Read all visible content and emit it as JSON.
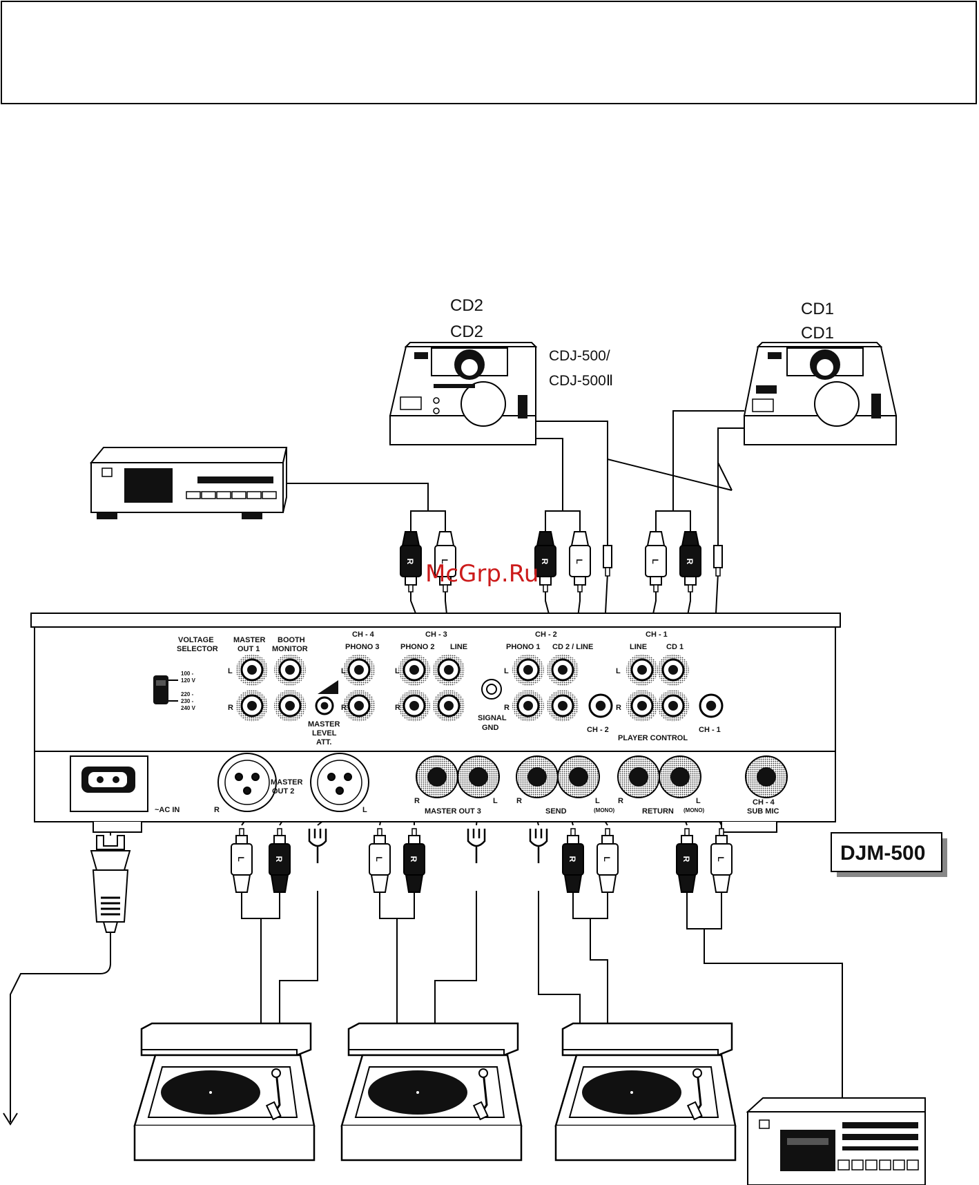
{
  "header_box": {
    "text": ""
  },
  "watermark": "McGrp.Ru",
  "devices": {
    "cd2_label_1": "CD2",
    "cd2_label_2": "CD2",
    "cd1_label_1": "CD1",
    "cd1_label_2": "CD1",
    "cdj_model_1": "CDJ-500/",
    "cdj_model_2": "CDJ-500Ⅱ",
    "mixer_model": "DJM-500"
  },
  "mixer_labels": {
    "voltage_selector_1": "VOLTAGE",
    "voltage_selector_2": "SELECTOR",
    "v_100": "100 -",
    "v_120": "120 V",
    "v_220": "220 -",
    "v_230": "230 -",
    "v_240": "240 V",
    "master_out1_1": "MASTER",
    "master_out1_2": "OUT 1",
    "booth_1": "BOOTH",
    "booth_2": "MONITOR",
    "L": "L",
    "R": "R",
    "ch4": "CH - 4",
    "phono3": "PHONO 3",
    "ch3": "CH - 3",
    "phono2": "PHONO 2",
    "line": "LINE",
    "ch2": "CH - 2",
    "phono1": "PHONO 1",
    "cd2line": "CD 2 / LINE",
    "ch1": "CH - 1",
    "cd1": "CD 1",
    "master_level_1": "MASTER",
    "master_level_2": "LEVEL",
    "master_level_3": "ATT.",
    "signal_1": "SIGNAL",
    "signal_2": "GND",
    "player_control": "PLAYER CONTROL",
    "pc_ch2": "CH - 2",
    "pc_ch1": "CH - 1",
    "ac_in": "~AC IN",
    "master_out2_1": "MASTER",
    "master_out2_2": "OUT 2",
    "master_out3": "MASTER OUT 3",
    "send": "SEND",
    "mono": "(MONO)",
    "return": "RETURN",
    "ch4_submic_1": "CH - 4",
    "ch4_submic_2": "SUB MIC"
  },
  "plug_letters": {
    "R": "R",
    "L": "L"
  }
}
